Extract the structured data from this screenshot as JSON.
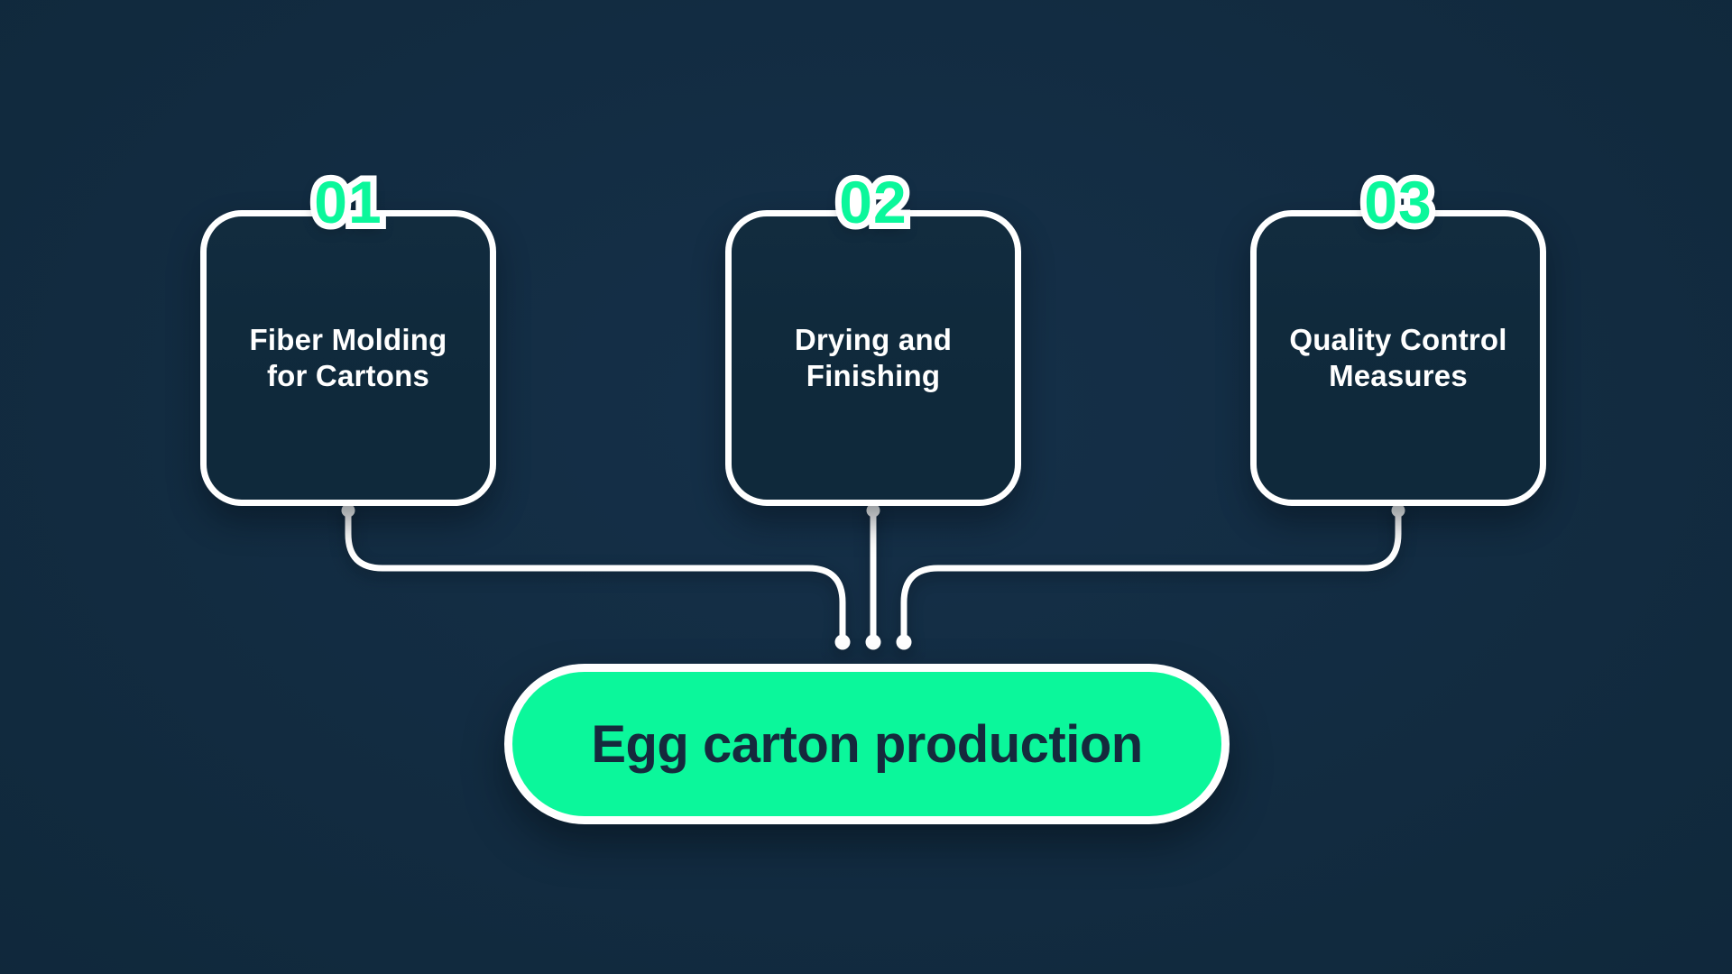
{
  "colors": {
    "background": "#0f293b",
    "accent_green": "#0bf79b",
    "box_border": "#ffffff",
    "connector": "#ffffff",
    "text_light": "#ffffff",
    "text_dark": "#152a3d"
  },
  "steps": [
    {
      "number": "01",
      "lines": [
        "Fiber Molding",
        "for Cartons"
      ]
    },
    {
      "number": "02",
      "lines": [
        "Drying and",
        "Finishing"
      ]
    },
    {
      "number": "03",
      "lines": [
        "Quality Control",
        "Measures"
      ]
    }
  ],
  "result": {
    "label": "Egg carton production"
  }
}
